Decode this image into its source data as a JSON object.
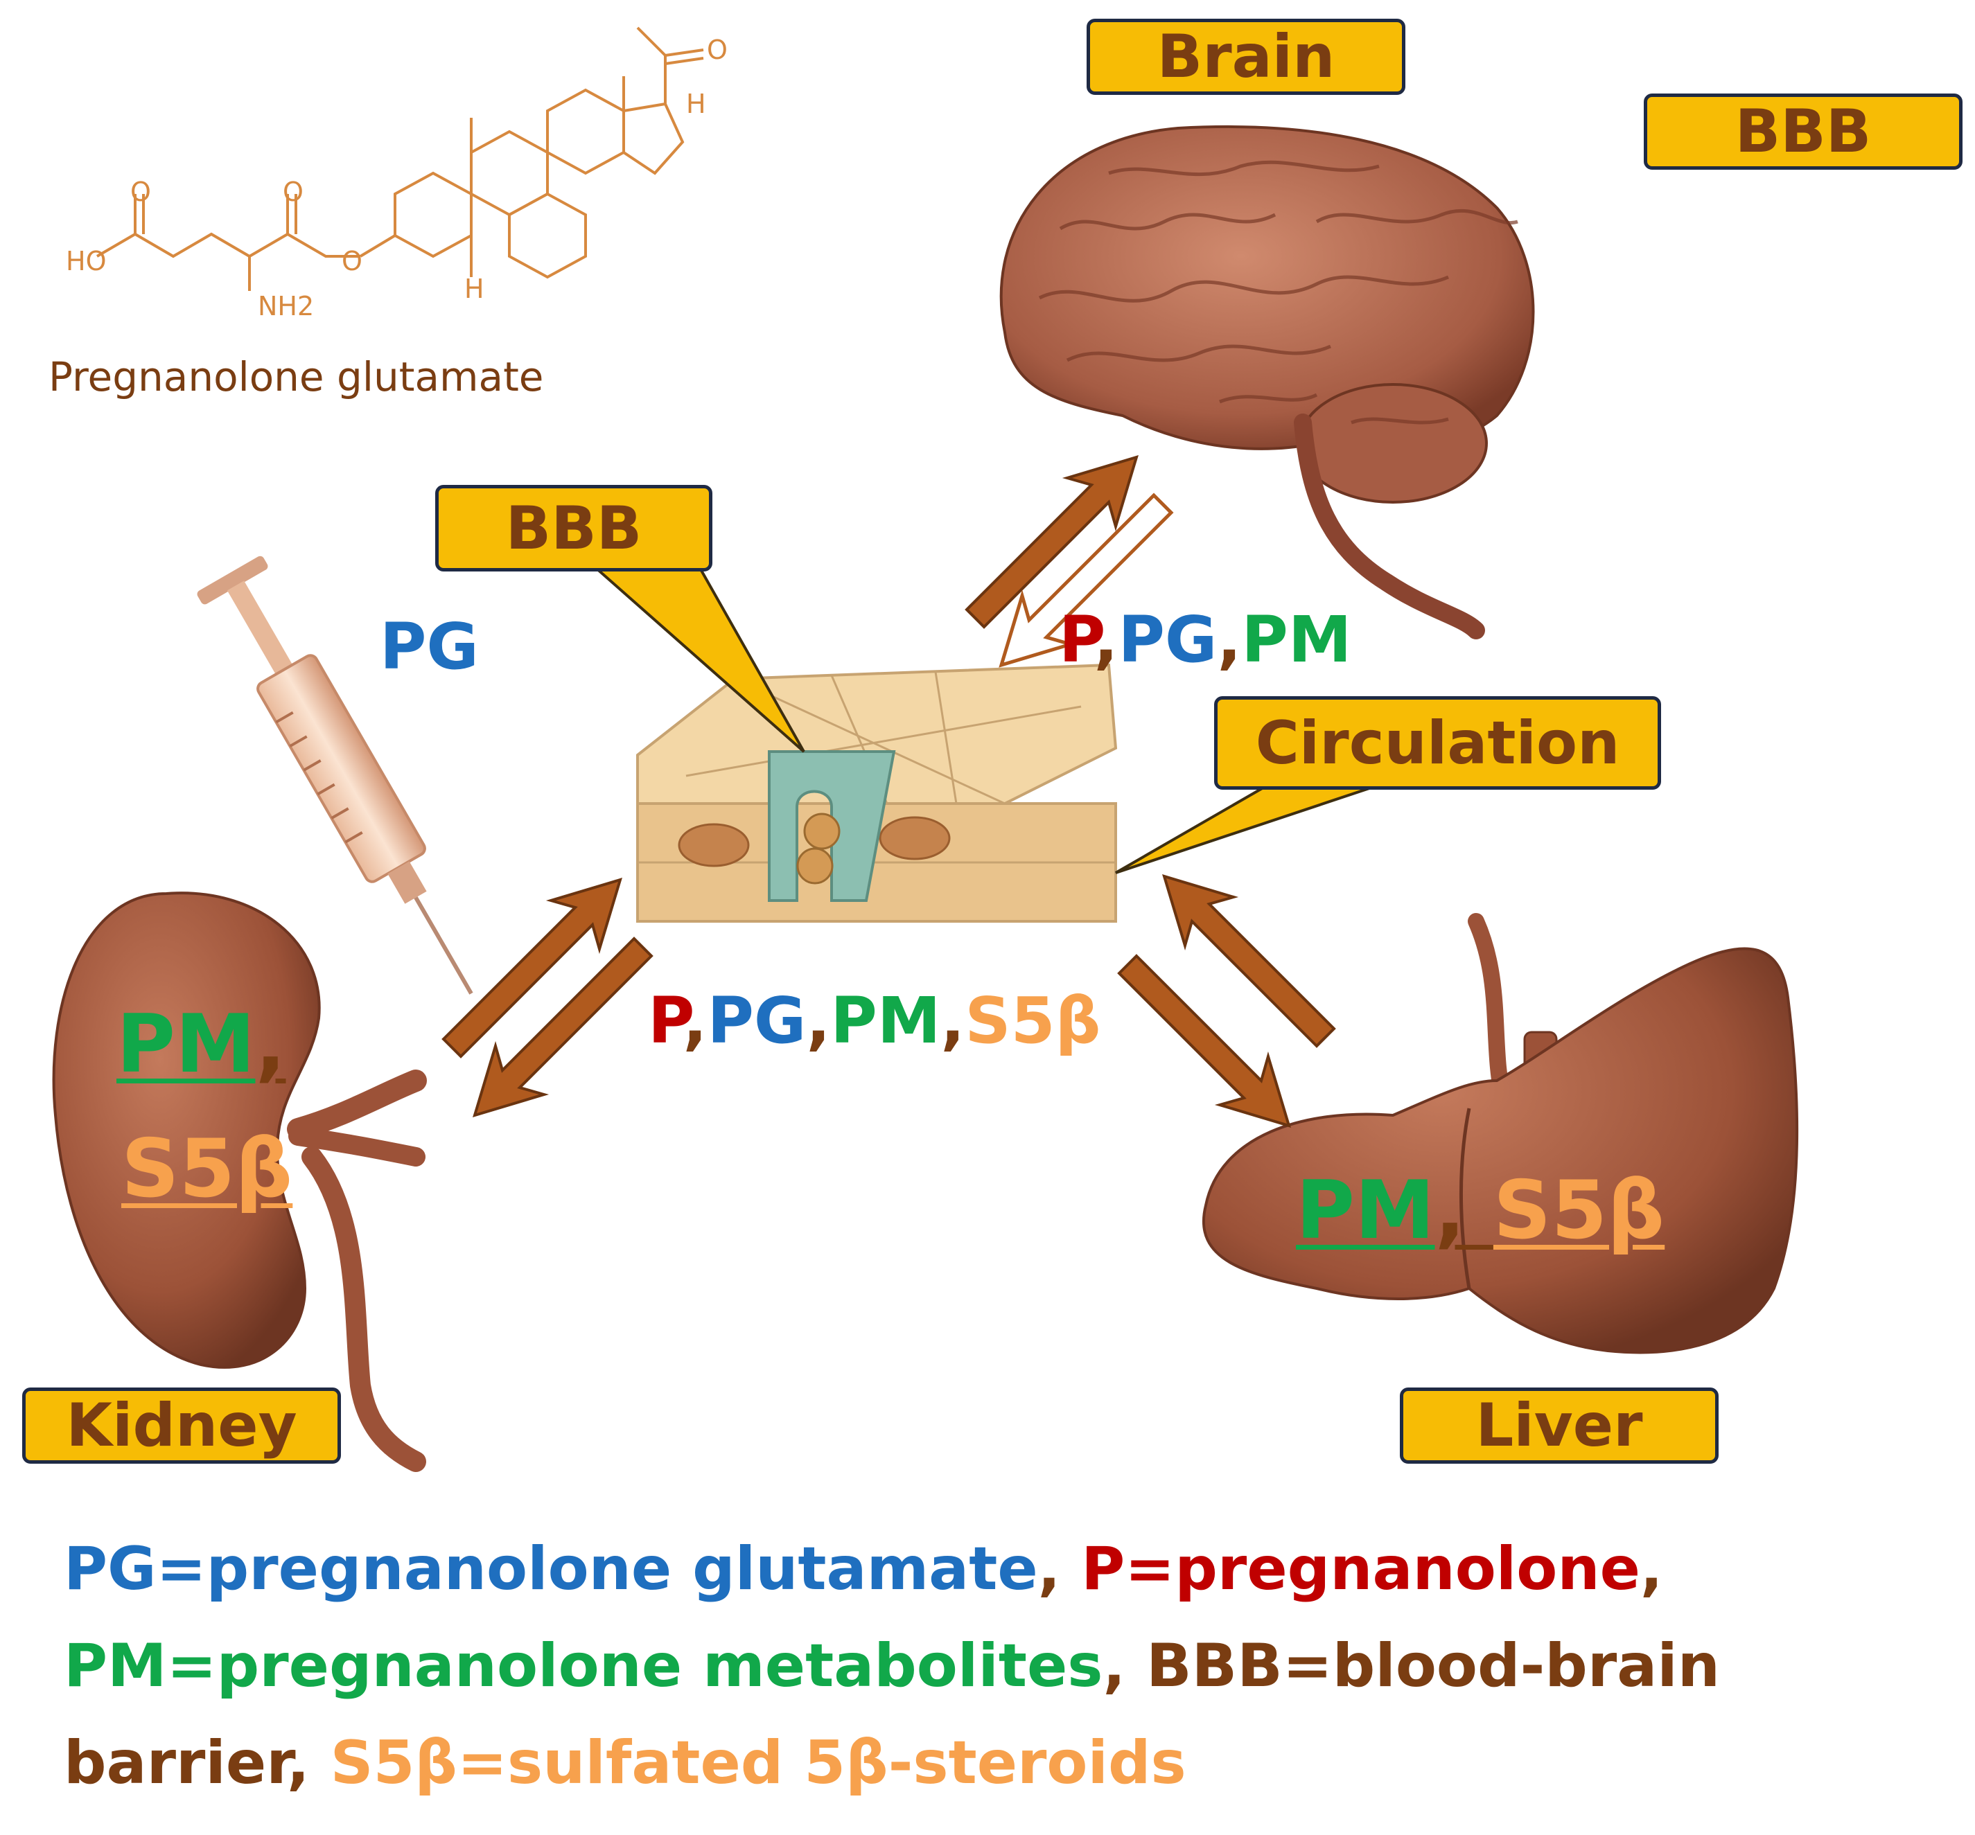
{
  "molecule": {
    "name": "Pregnanolone glutamate",
    "atoms": {
      "ho": "HO",
      "o1": "O",
      "o2": "O",
      "o_ester": "O",
      "nh2": "NH2",
      "h_bottom": "H",
      "h_top": "H",
      "o_ketone": "O"
    }
  },
  "boxes": {
    "brain": "Brain",
    "bbb_top": "BBB",
    "bbb_callout": "BBB",
    "circulation": "Circulation",
    "kidney": "Kidney",
    "liver": "Liver"
  },
  "flows": {
    "injection": {
      "pg": "PG"
    },
    "brain_flow": {
      "p": "P",
      "sep1": ",",
      "pg": "PG",
      "sep2": ",",
      "pm": "PM"
    },
    "center_flow": {
      "p": "P",
      "sep1": ",",
      "pg": "PG",
      "sep2": ",",
      "pm": "PM",
      "sep3": ",",
      "s5b": "S5β"
    }
  },
  "organ_labels": {
    "kidney": {
      "pm": "PM",
      "sep": ",",
      "s5b": "S5β"
    },
    "liver": {
      "pm": "PM",
      "sep": ",",
      "s5b": "S5β"
    }
  },
  "legend": {
    "pg": "PG=pregnanolone glutamate",
    "c1": ", ",
    "p": "P=pregnanolone",
    "c2": ",",
    "pm": "PM=pregnanolone metabolites",
    "c3": ", ",
    "bbb": "BBB=blood-brain barrier",
    "c4": ", ",
    "s5b": "S5β=sulfated 5β-steroids"
  },
  "colors": {
    "box_fill": "#f7bc05",
    "box_border": "#1f2a44",
    "brown": "#7a3d12",
    "red": "#c00000",
    "blue": "#1f6fbf",
    "green": "#11a84a",
    "orange": "#f7a14d",
    "arrow": "#b05a1e",
    "organ": "#a45a3e"
  }
}
